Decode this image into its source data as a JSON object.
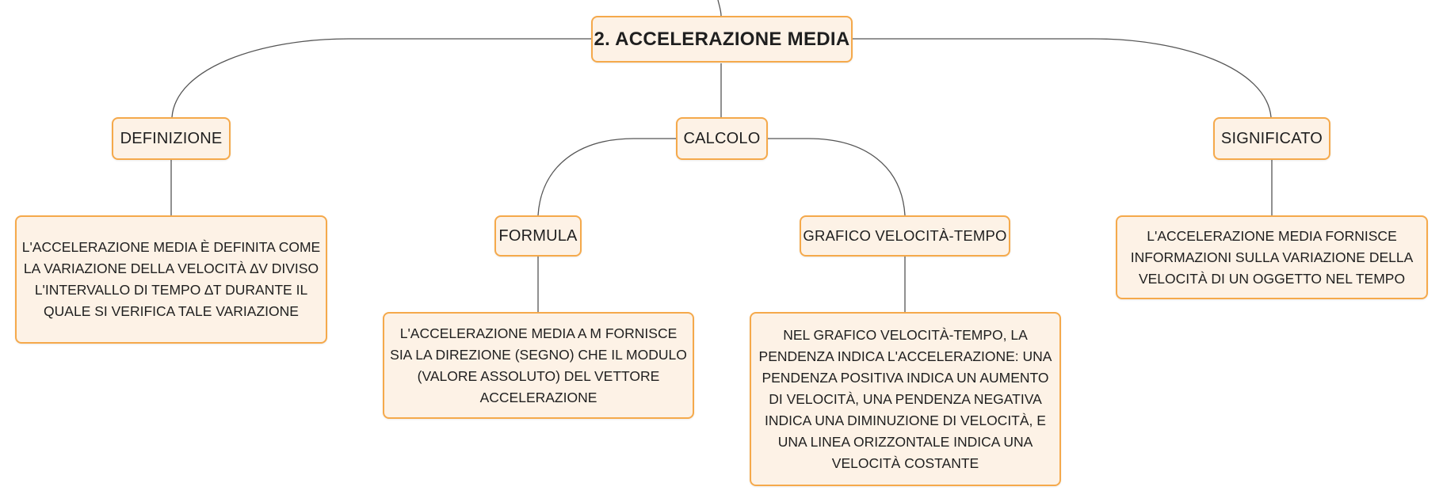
{
  "map": {
    "root": "2. ACCELERAZIONE MEDIA",
    "definizione": {
      "label": "DEFINIZIONE",
      "text": "L'ACCELERAZIONE MEDIA È DEFINITA COME LA VARIAZIONE DELLA VELOCITÀ ∆V DIVISO L'INTERVALLO DI TEMPO ∆T DURANTE IL QUALE SI VERIFICA TALE VARIAZIONE"
    },
    "calcolo": {
      "label": "CALCOLO",
      "formula": {
        "label": "FORMULA",
        "text": "L'ACCELERAZIONE MEDIA A M FORNISCE SIA LA DIREZIONE (SEGNO) CHE IL MODULO (VALORE ASSOLUTO) DEL VETTORE ACCELERAZIONE"
      },
      "grafico": {
        "label": "GRAFICO VELOCITÀ-TEMPO",
        "text": "NEL GRAFICO VELOCITÀ-TEMPO, LA PENDENZA INDICA L'ACCELERAZIONE: UNA PENDENZA POSITIVA INDICA UN AUMENTO DI VELOCITÀ, UNA PENDENZA NEGATIVA INDICA UNA DIMINUZIONE DI VELOCITÀ, E UNA LINEA ORIZZONTALE INDICA UNA VELOCITÀ COSTANTE"
      }
    },
    "significato": {
      "label": "SIGNIFICATO",
      "text": "L'ACCELERAZIONE MEDIA FORNISCE INFORMAZIONI SULLA VARIAZIONE DELLA VELOCITÀ DI UN OGGETTO NEL TEMPO"
    }
  },
  "colors": {
    "node_fill": "#fdf2e6",
    "node_border": "#f5a94b",
    "connector": "#555555"
  }
}
